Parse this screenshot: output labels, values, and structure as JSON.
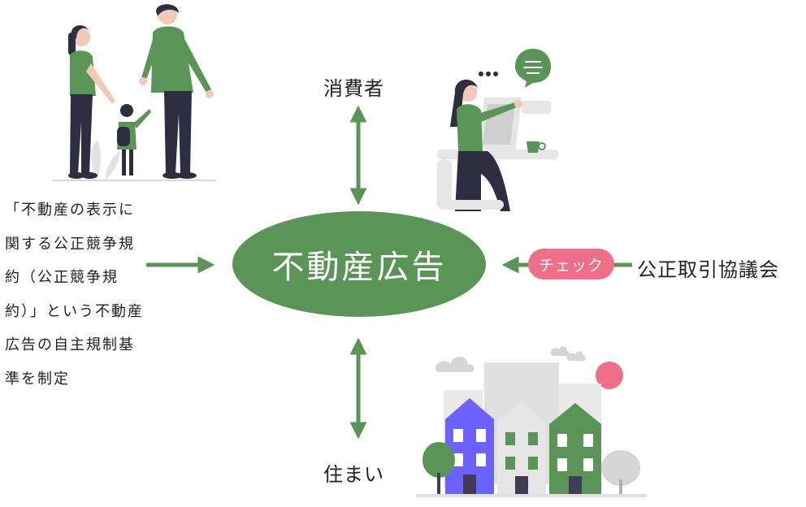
{
  "center_label": "不動産広告",
  "top_label": "消費者",
  "bottom_label": "住まい",
  "right_label": "公正取引協議会",
  "check_label": "チェック",
  "left_text": "「不動産の表示に関する公正競争規約（公正競争規約）」という不動産広告の自主規制基準を制定",
  "colors": {
    "green": "#5a9557",
    "pink": "#f06f88",
    "purple": "#6c63ff",
    "dark": "#2f2e41",
    "gray": "#e6e6e6"
  }
}
